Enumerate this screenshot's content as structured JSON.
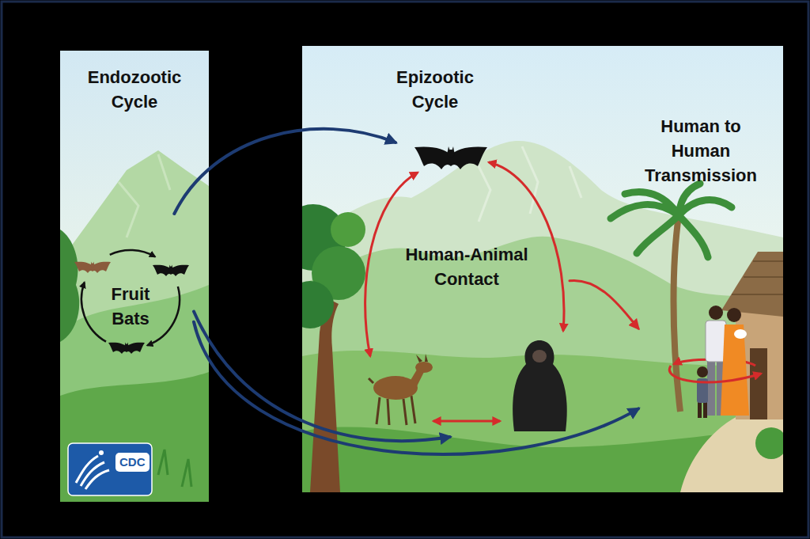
{
  "diagram": {
    "nodes": [
      {
        "text": [
          "Endozootic Cycle"
        ]
      },
      {
        "text": [
          "Fruit Bats"
        ],
        "in": 0
      },
      {
        "text": [
          "Epizootic Cycle"
        ]
      },
      {
        "text": [
          "Human-Animal Contact"
        ],
        "in": 2
      },
      {
        "text": [
          "Human to Human Transmission"
        ],
        "in": 2
      }
    ],
    "edges": [
      {
        "from": 1,
        "to": 3,
        "arrow": "to"
      },
      {
        "from": 1,
        "to": 3,
        "arrow": "to"
      },
      {
        "from": 1,
        "to": 4,
        "arrow": "to"
      },
      {
        "from": 3,
        "to": 4,
        "arrow": "to"
      }
    ],
    "labels": [
      "CDC"
    ]
  }
}
